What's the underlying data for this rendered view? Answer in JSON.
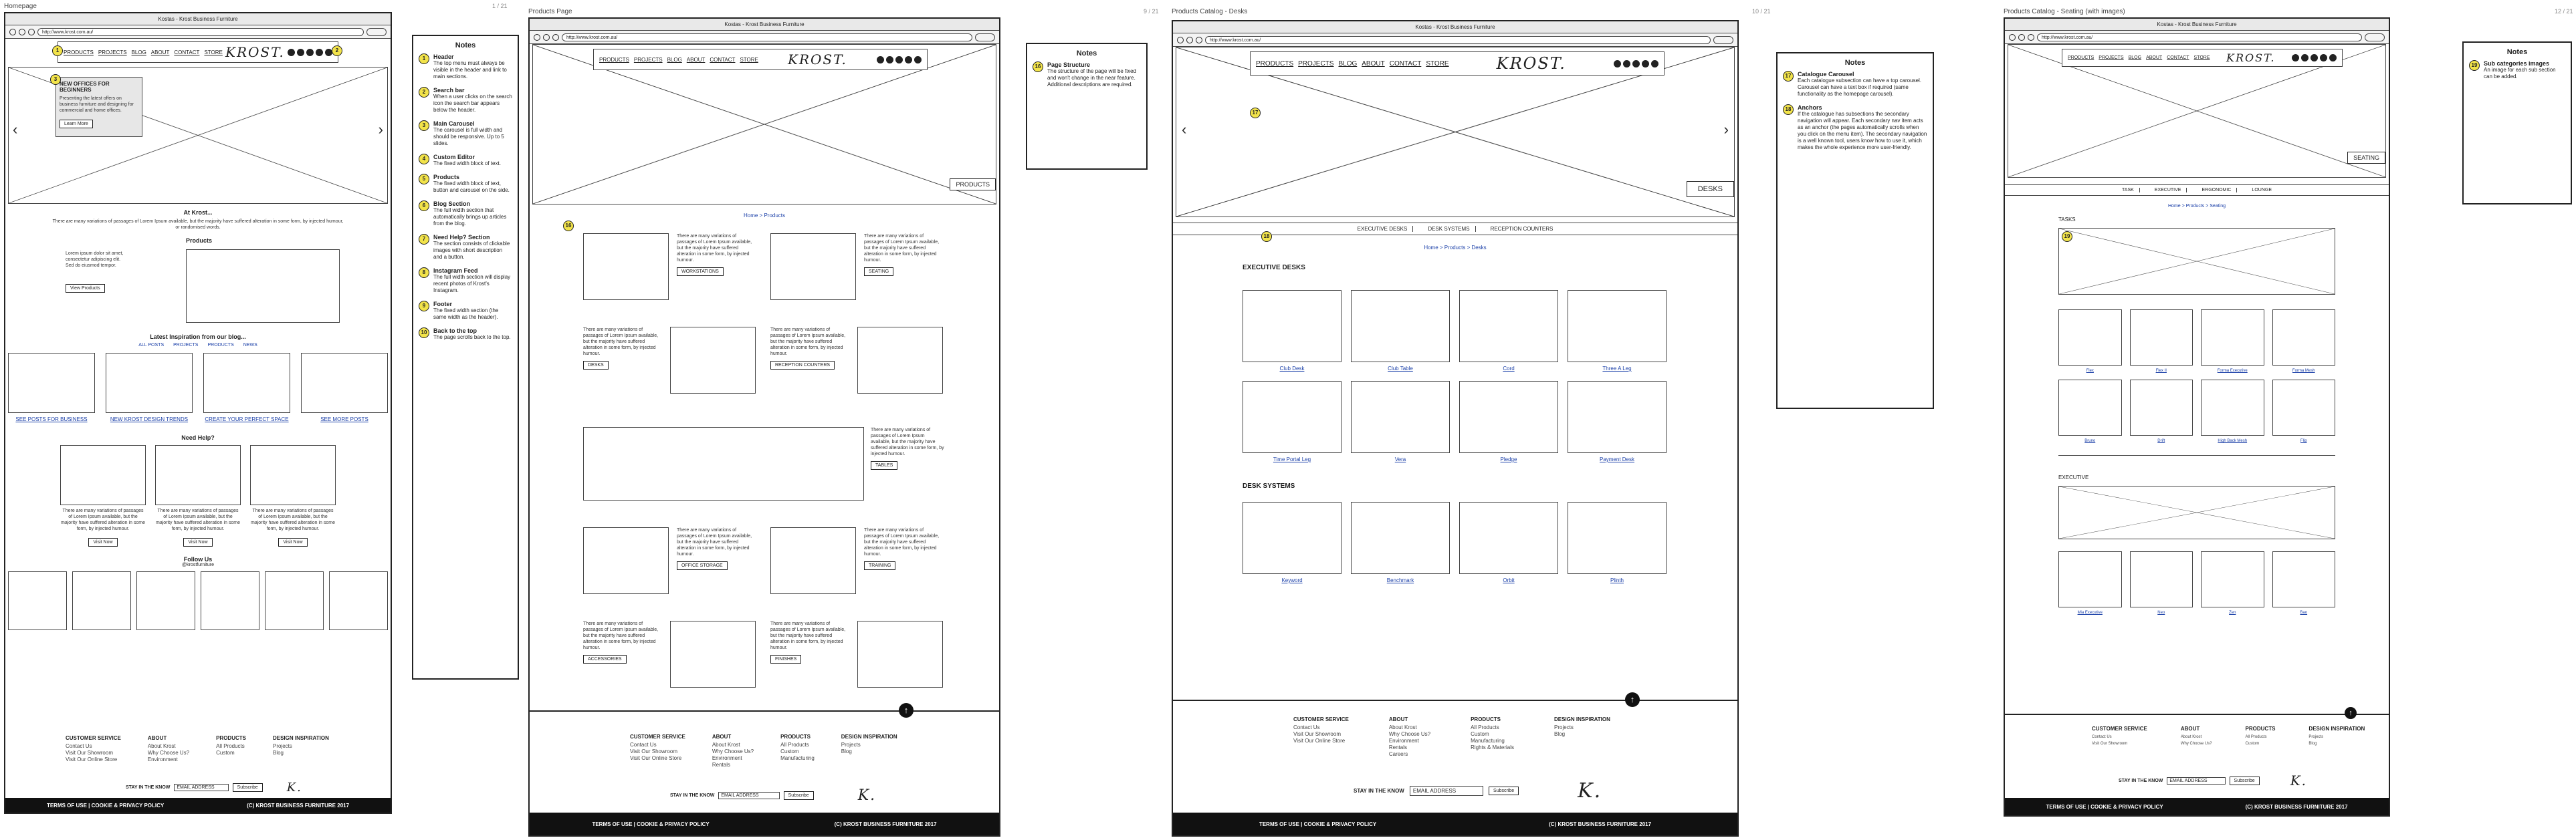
{
  "boards": {
    "homepage": {
      "title": "Homepage",
      "page": "1 / 21"
    },
    "products": {
      "title": "Products Page",
      "page": "9 / 21"
    },
    "desks": {
      "title": "Products Catalog - Desks",
      "page": "10 / 21"
    },
    "seating": {
      "title": "Products Catalog - Seating (with images)",
      "page": "12 / 21"
    }
  },
  "window_title": "Kostas - Krost Business Furniture",
  "url": "http://www.krost.com.au/",
  "nav": [
    "PRODUCTS",
    "PROJECTS",
    "BLOG",
    "ABOUT",
    "CONTACT",
    "STORE"
  ],
  "logo": "KROST.",
  "home": {
    "promo_title": "NEW OFFICES FOR BEGINNERS",
    "promo_text": "Presenting the latest offers on business furniture and designing for commercial and home offices.",
    "promo_button": "Learn More",
    "about_title": "At Krost...",
    "about_text": "There are many variations of passages of Lorem Ipsum available, but the majority have suffered alteration in some form, by injected humour, or randomised words.",
    "products_title": "Products",
    "products_text": "Lorem ipsum dolor sit amet, consectetur adipiscing elit. Sed do eiusmod tempor.",
    "products_button": "View Products",
    "blog_title": "Latest Inspiration from our blog...",
    "blog_tabs": [
      "ALL POSTS",
      "PROJECTS",
      "PRODUCTS",
      "NEWS"
    ],
    "blog_captions": [
      "SEE POSTS FOR BUSINESS",
      "NEW KROST DESIGN TRENDS",
      "CREATE YOUR PERFECT SPACE",
      "SEE MORE POSTS"
    ],
    "help_title": "Need Help?",
    "help_buttons": [
      "Visit Now",
      "Visit Now",
      "Visit Now"
    ],
    "follow_title": "Follow Us",
    "follow_handle": "@krostfurniture"
  },
  "home_notes": {
    "title": "Notes",
    "items": [
      {
        "n": "1",
        "head": "Header",
        "text": "The top menu must always be visible in the header and link to main sections."
      },
      {
        "n": "2",
        "head": "Search bar",
        "text": "When a user clicks on the search icon the search bar appears below the header."
      },
      {
        "n": "3",
        "head": "Main Carousel",
        "text": "The carousel is full width and should be responsive. Up to 5 slides."
      },
      {
        "n": "4",
        "head": "Custom Editor",
        "text": "The fixed width block of text."
      },
      {
        "n": "5",
        "head": "Products",
        "text": "The fixed width block of text, button and carousel on the side."
      },
      {
        "n": "6",
        "head": "Blog Section",
        "text": "The full width section that automatically brings up articles from the blog."
      },
      {
        "n": "7",
        "head": "Need Help? Section",
        "text": "The section consists of clickable images with short description and a button."
      },
      {
        "n": "8",
        "head": "Instagram Feed",
        "text": "The full width section will display recent photos of Krost's Instagram."
      },
      {
        "n": "9",
        "head": "Footer",
        "text": "The fixed width section (the same width as the header)."
      },
      {
        "n": "10",
        "head": "Back to the top",
        "text": "The page scrolls back to the top."
      }
    ]
  },
  "products": {
    "hero_label": "PRODUCTS",
    "crumb": "Home > Products",
    "para": "There are many variations of passages of Lorem Ipsum available, but the majority have suffered alteration in some form, by injected humour.",
    "buttons": [
      "WORKSTATIONS",
      "SEATING",
      "DESKS",
      "RECEPTION COUNTERS",
      "TABLES",
      "OFFICE STORAGE",
      "TRAINING",
      "ACCESSORIES",
      "FINISHES"
    ]
  },
  "products_notes": {
    "title": "Notes",
    "items": [
      {
        "n": "16",
        "head": "Page Structure",
        "text": "The structure of the page will be fixed and won't change in the near feature. Additional descriptions are required."
      }
    ]
  },
  "desks": {
    "hero_label": "DESKS",
    "subnav": [
      "EXECUTIVE DESKS",
      "DESK SYSTEMS",
      "RECEPTION COUNTERS"
    ],
    "crumb": "Home > Products > Desks",
    "section1": "EXECUTIVE DESKS",
    "section1_items": [
      "Club Desk",
      "Club Table",
      "Cord",
      "Three A Leg",
      "Time Portal Leg",
      "Vera",
      "Pledge",
      "Payment Desk"
    ],
    "section2": "DESK SYSTEMS",
    "section2_items": [
      "Keyword",
      "Benchmark",
      "Orbit",
      "Plinth"
    ]
  },
  "desks_notes": {
    "title": "Notes",
    "items": [
      {
        "n": "17",
        "head": "Catalogue Carousel",
        "text": "Each catalogue subsection can have a top carousel. Carousel can have a text box if required (same functionality as the homepage carousel)."
      },
      {
        "n": "18",
        "head": "Anchors",
        "text": "If the catalogue has subsections the secondary navigation will appear. Each secondary nav item acts as an anchor (the pages automatically scrolls when you click on the menu item). The secondary navigation is a well known tool, users know how to use it, which makes the whole experience more user-friendly."
      }
    ]
  },
  "seating": {
    "hero_label": "SEATING",
    "subnav": [
      "TASK",
      "EXECUTIVE",
      "ERGONOMIC",
      "LOUNGE"
    ],
    "crumb": "Home > Products > Seating",
    "section1": "TASKS",
    "section1_items": [
      "Flex",
      "Flex II",
      "Forma Executive",
      "Forma Mesh",
      "Bruno",
      "Drift",
      "High Back Mesh",
      "Flip"
    ],
    "section2": "EXECUTIVE",
    "section2_items": [
      "Mia Executive",
      "Neo",
      "Zen",
      "Bao"
    ]
  },
  "seating_notes": {
    "title": "Notes",
    "items": [
      {
        "n": "19",
        "head": "Sub categories images",
        "text": "An image for each sub section can be added."
      }
    ]
  },
  "footer": {
    "cols": [
      {
        "head": "CUSTOMER SERVICE",
        "items": [
          "Contact Us",
          "Visit Our Showroom",
          "Visit Our Online Store"
        ]
      },
      {
        "head": "ABOUT",
        "items": [
          "About Krost",
          "Why Choose Us?",
          "Environment",
          "Rentals",
          "Careers"
        ]
      },
      {
        "head": "PRODUCTS",
        "items": [
          "All Products",
          "Custom",
          "Manufacturing",
          "Rights & Materials"
        ]
      },
      {
        "head": "DESIGN INSPIRATION",
        "items": [
          "Projects",
          "Blog"
        ]
      }
    ],
    "stay": "STAY IN THE KNOW",
    "email_placeholder": "EMAIL ADDRESS",
    "subscribe": "Subscribe",
    "k_logo": "K.",
    "legal": "TERMS OF USE | COOKIE & PRIVACY POLICY",
    "copyright": "(C) KROST BUSINESS FURNITURE 2017"
  }
}
